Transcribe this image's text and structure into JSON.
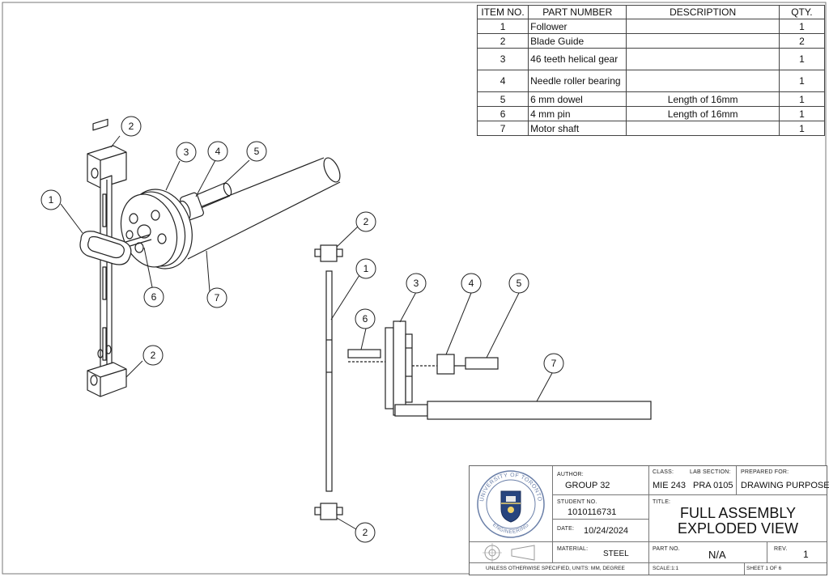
{
  "bom": {
    "headers": [
      "ITEM NO.",
      "PART NUMBER",
      "DESCRIPTION",
      "QTY."
    ],
    "rows": [
      {
        "item": "1",
        "part": "Follower",
        "desc": "",
        "qty": "1"
      },
      {
        "item": "2",
        "part": "Blade Guide",
        "desc": "",
        "qty": "2"
      },
      {
        "item": "3",
        "part": "46 teeth helical gear",
        "desc": "",
        "qty": "1"
      },
      {
        "item": "4",
        "part": "Needle roller bearing",
        "desc": "",
        "qty": "1"
      },
      {
        "item": "5",
        "part": "6 mm dowel",
        "desc": "Length of 16mm",
        "qty": "1"
      },
      {
        "item": "6",
        "part": "4 mm pin",
        "desc": "Length of 16mm",
        "qty": "1"
      },
      {
        "item": "7",
        "part": "Motor shaft",
        "desc": "",
        "qty": "1"
      }
    ]
  },
  "balloons_iso": [
    "2",
    "3",
    "4",
    "5",
    "1",
    "6",
    "7",
    "2"
  ],
  "balloons_side": [
    "2",
    "1",
    "3",
    "4",
    "5",
    "6",
    "7",
    "2"
  ],
  "title_block": {
    "logo": {
      "seal_text": "UNIVERSITY OF TORONTO",
      "motto": "ENGINEERING"
    },
    "author_label": "AUTHOR:",
    "author": "GROUP 32",
    "student_no_label": "STUDENT NO.",
    "student_no": "1010116731",
    "date_label": "DATE:",
    "date": "10/24/2024",
    "class_label": "CLASS:",
    "class_value": "MIE 243",
    "lab_section_label": "LAB SECTION:",
    "lab_section": "PRA 0105",
    "prepared_for_label": "PREPARED FOR:",
    "prepared_for": "DRAWING PURPOSE",
    "title_label": "TITLE:",
    "title_line1": "FULL ASSEMBLY",
    "title_line2": "EXPLODED VIEW",
    "material_label": "MATERIAL:",
    "material": "STEEL",
    "part_no_label": "PART NO.",
    "part_no": "N/A",
    "rev_label": "REV.",
    "rev": "1",
    "units_note": "UNLESS OTHERWISE SPECIFIED, UNITS: MM, DEGREE",
    "scale": "SCALE:1:1",
    "sheet": "SHEET 1 OF 6"
  }
}
